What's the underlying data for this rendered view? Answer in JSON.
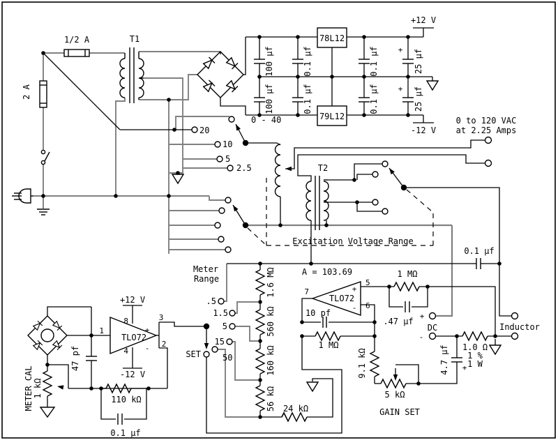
{
  "colors": {
    "ink": "#000000",
    "wire": "#808080",
    "bg": "#ffffff"
  },
  "top": {
    "fuse_half": "1/2 A",
    "fuse_two": "2 A",
    "t1": "T1",
    "cap_100a": "100 µf",
    "cap_100b": "100 µf",
    "cap_01a": "0.1 µf",
    "cap_01b": "0.1 µf",
    "cap_01c": "0.1 µf",
    "cap_01d": "0.1 µf",
    "reg_pos": "78L12",
    "reg_neg": "79L12",
    "rail_pos": "+12 V",
    "rail_neg": "-12 V",
    "cap_25a": "25 µf",
    "cap_25b": "25 µf",
    "plus_a": "+",
    "plus_b": "+"
  },
  "taps": {
    "t040": "0 - 40",
    "t20": "20",
    "t10": "10",
    "t5": "5",
    "t25": "2.5"
  },
  "vac": {
    "line1": "0 to 120 VAC",
    "line2": "at 2.25 Amps"
  },
  "t2": {
    "name": "T2",
    "box": "Excitation Voltage Range",
    "cap": "0.1 µf"
  },
  "meter_range": {
    "title1": "Meter",
    "title2": "Range",
    "p05": ".5",
    "p15": "1.5",
    "p5": "5",
    "p15b": "15",
    "p50": "50",
    "set": "SET",
    "r1": "1.6 MΩ",
    "r2": "560 kΩ",
    "r3": "160 kΩ",
    "r4": "56 kΩ",
    "r24": "24 kΩ"
  },
  "amp2": {
    "gain": "A = 103.69",
    "pin7": "7",
    "pin5": "5",
    "pin6": "6",
    "chip": "TLO72",
    "plus": "+",
    "minus": "-",
    "c10": "10 pf",
    "r1m_top": "1 MΩ",
    "r1m_bot": "1 MΩ",
    "c47": ".47 µf",
    "r91": "9.1 kΩ",
    "pot": "5 kΩ",
    "gainset": "GAIN SET"
  },
  "out": {
    "plus": "+",
    "dc": "DC",
    "minus": "-",
    "inductor": "Inductor",
    "r10": "1.0 Ω",
    "pct": "1 %",
    "watt": "1 W",
    "c47u": "4.7 µf",
    "cplus": "+"
  },
  "amp1": {
    "cal": "METER CAL",
    "pot": "1 kΩ",
    "c47p": "47 pf",
    "pin1": "1",
    "pin8": "8",
    "pin3": "3",
    "pin2": "2",
    "pin4": "4",
    "chip": "TLO72",
    "plus": "+",
    "minus": "-",
    "vpos": "+12 V",
    "vneg": "-12 V",
    "r110": "110 kΩ",
    "c01": "0.1 µf"
  }
}
